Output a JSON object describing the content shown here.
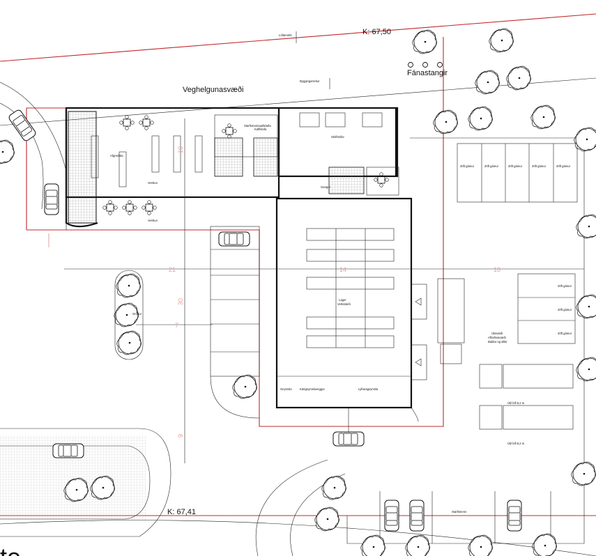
{
  "labels": {
    "k_top": "K: 67,50",
    "k_bottom": "K: 67,41",
    "fanastangir": "Fánastangir",
    "veghelgunarsvaedi": "Veghelgunasvæði",
    "lodamork": "Lóðamörk",
    "byggingarreitur": "Byggingarreitur",
    "afgreidsla": "Afgreiðsla",
    "verslun": "Verslun",
    "kaffistofa": "Kaffistofa",
    "starfsmannaadstada": "Starfsmannaaðstaða",
    "skrifstofur": "Skrifstofur",
    "gangur": "Gangur",
    "lager": "Lager",
    "verkstaedi": "Verkstæði",
    "geymsla": "Geymsla",
    "kaelgeymsla": "Kælgeymsluveggur",
    "lyftarageymsla": "Lyftarageymsla",
    "verslun_inngangur": "Verslun",
    "gamur_20ft": "20ft gámur",
    "gamur_ft": "20ft gámur",
    "utisvaedi": "Útisvæði",
    "utisvaedi_lines": [
      "Útisvæði",
      "Afhafnasvæði",
      "Baldar og sikkr"
    ],
    "gras_eyja": "Gróður",
    "bil_label_1": "Útil bíll 8,2 m",
    "bil_label_2": "Útil bíll 8,2 m",
    "starfsmenn": "Starfsmenn",
    "dim_21": "21",
    "dim_14": "14",
    "dim_18": "18",
    "dim_7": "7",
    "dim_30": "30",
    "dim_10": "10",
    "dim_9": "9",
    "bottom_text": "te"
  },
  "icons": {
    "tree": "tree-symbol",
    "car": "car-symbol",
    "flagpole": "flagpole-symbol",
    "truck": "truck-symbol",
    "arrow": "arrow-down"
  },
  "colors": {
    "boundary": "#c0282d",
    "dimension": "#e08a8a",
    "lines": "#111111"
  }
}
